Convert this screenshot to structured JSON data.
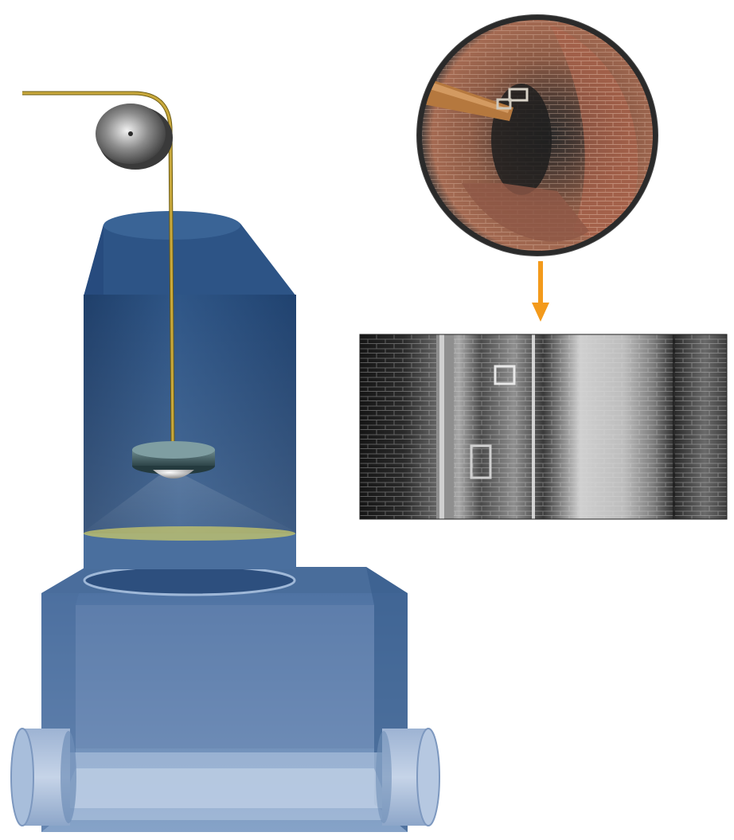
{
  "diagram": {
    "elements": [
      {
        "id": "pulley",
        "icon": "pulley-wheel-icon"
      },
      {
        "id": "cable",
        "icon": "cable-line-icon"
      },
      {
        "id": "shaft",
        "icon": "manhole-shaft-icon"
      },
      {
        "id": "camera",
        "icon": "camera-probe-icon"
      },
      {
        "id": "sewer-chamber",
        "icon": "sewer-chamber-icon"
      },
      {
        "id": "fisheye-photo",
        "icon": "fisheye-image-icon"
      },
      {
        "id": "unwrapped-photo",
        "icon": "panoramic-image-icon"
      },
      {
        "id": "arrow",
        "icon": "arrow-down-icon"
      }
    ],
    "colors": {
      "shaft": "#244a7a",
      "chamber": "#6f8fb8",
      "cable": "#b89a2e",
      "arrow": "#f39a1b",
      "scan_ring": "#c9c86a",
      "pulley": "#7a7a7a"
    }
  }
}
